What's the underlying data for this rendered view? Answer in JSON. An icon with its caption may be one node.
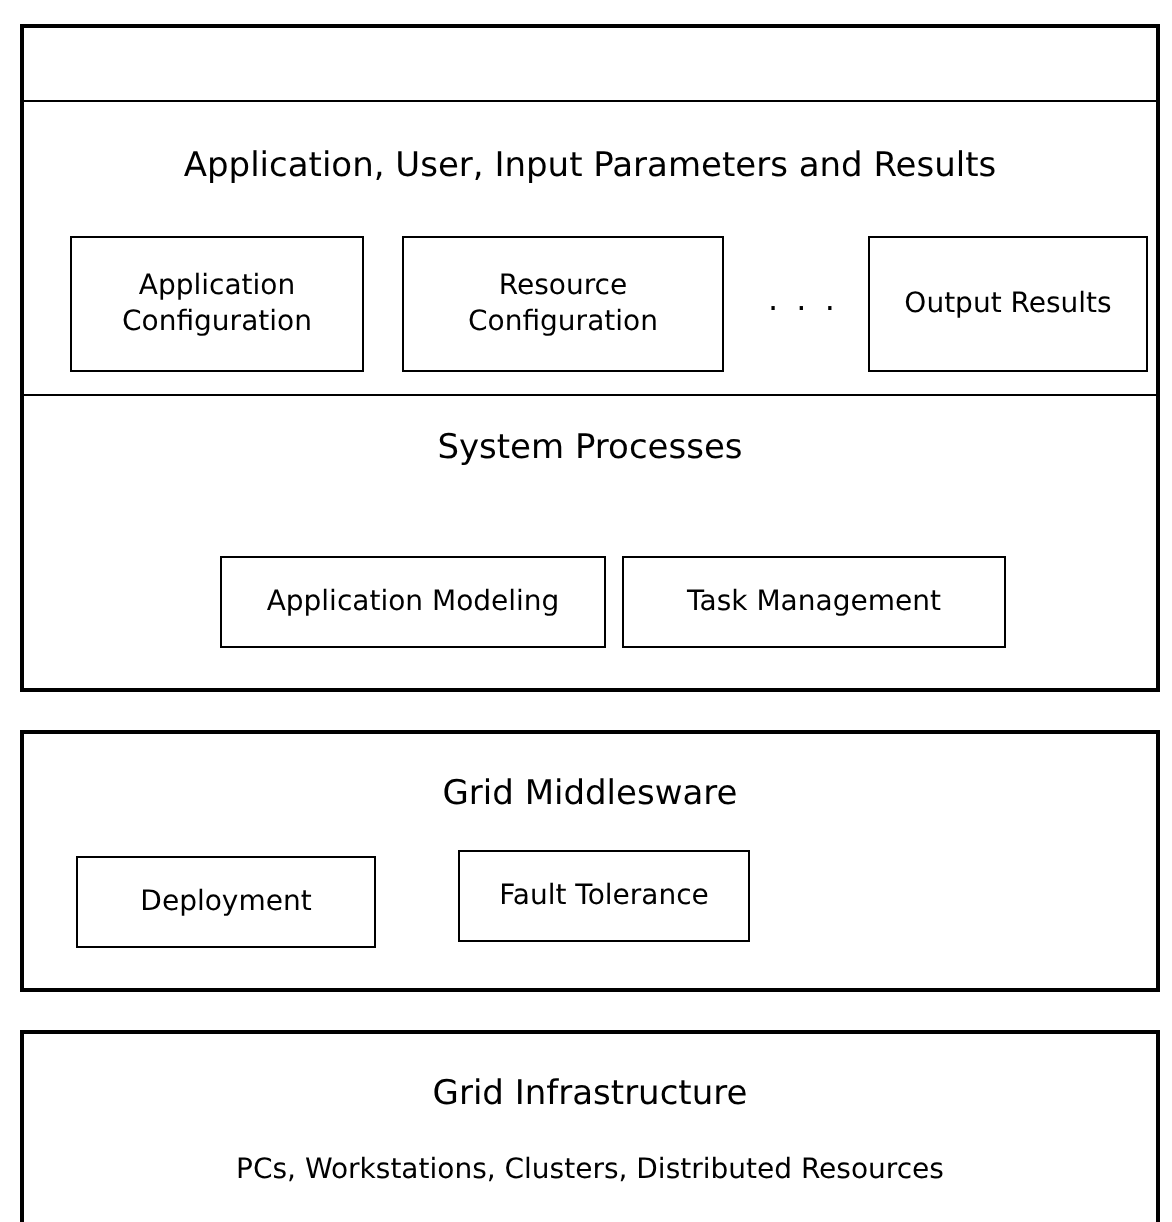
{
  "diagram": {
    "nodes": [
      {
        "text": [],
        "shape": "box"
      },
      {
        "text": [
          "Application, User, Input Parameters and Results"
        ],
        "in": 0
      },
      {
        "text": [
          "Application Configuration"
        ],
        "in": 1
      },
      {
        "text": [
          "Resource Configuration"
        ],
        "in": 1
      },
      {
        "text": [
          "Output Results"
        ],
        "in": 1
      },
      {
        "text": [
          "System Processes"
        ],
        "in": 0
      },
      {
        "text": [
          "Application Modeling"
        ],
        "in": 5
      },
      {
        "text": [
          "Task Management"
        ],
        "in": 5
      },
      {
        "text": [
          "Grid Middlesware"
        ]
      },
      {
        "text": [
          "Deployment"
        ],
        "in": 8
      },
      {
        "text": [
          "Fault Tolerance"
        ],
        "in": 8
      },
      {
        "text": [
          "Grid Infrastructure",
          "PCs, Workstations, Clusters, Distributed Resources"
        ]
      }
    ],
    "edges": [],
    "labels": [
      ". . ."
    ]
  }
}
